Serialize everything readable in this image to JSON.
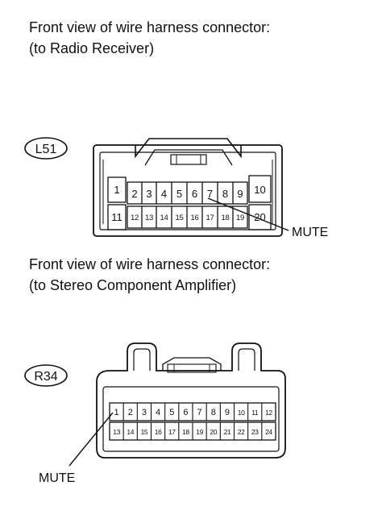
{
  "connector1": {
    "caption_line1": "Front view of wire harness connector:",
    "caption_line2": "(to Radio Receiver)",
    "code": "L51",
    "pins_top": [
      "1",
      "2",
      "3",
      "4",
      "5",
      "6",
      "7",
      "8",
      "9",
      "10"
    ],
    "pins_bottom": [
      "11",
      "12",
      "13",
      "14",
      "15",
      "16",
      "17",
      "18",
      "19",
      "20"
    ],
    "callout_label": "MUTE",
    "callout_pin": "7"
  },
  "connector2": {
    "caption_line1": "Front view of wire harness connector:",
    "caption_line2": "(to Stereo Component Amplifier)",
    "code": "R34",
    "pins_top": [
      "1",
      "2",
      "3",
      "4",
      "5",
      "6",
      "7",
      "8",
      "9",
      "10",
      "11",
      "12"
    ],
    "pins_bottom": [
      "13",
      "14",
      "15",
      "16",
      "17",
      "18",
      "19",
      "20",
      "21",
      "22",
      "23",
      "24"
    ],
    "callout_label": "MUTE",
    "callout_pin": "1"
  }
}
